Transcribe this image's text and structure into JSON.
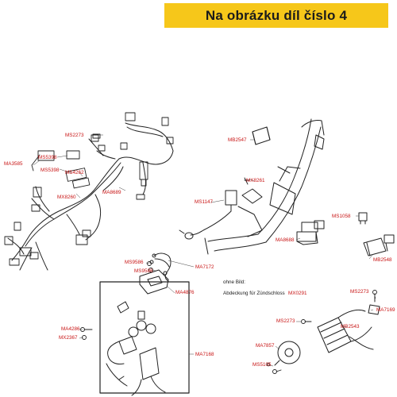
{
  "banner": {
    "text": "Na obrázku díl číslo 4",
    "color": "#f6c71a"
  },
  "colors": {
    "label": "#c81414",
    "line": "#222222"
  },
  "parts": {
    "ms2273_a": "MS2273",
    "mb2547": "MB2547",
    "ma3585": "MA3585",
    "ms5398_a": "MS5398",
    "ms5398_b": "MS5398",
    "ms4262": "MS4262",
    "mx8260": "MX8260",
    "ma8689": "MA8689",
    "mx8261": "MX8261",
    "ms1147": "MS1147",
    "ms1058": "MS1058",
    "ma8688": "MA8688",
    "mb2548": "MB2548",
    "ms9586_a": "MS9586",
    "ms9586_b": "MS9586",
    "ma7172": "MA7172",
    "ma4876": "MA4876",
    "ma7168": "MA7168",
    "ma4286": "MA4286",
    "mx2367": "MX2367",
    "mx0291": "MX0291",
    "ms2273_b": "MS2273",
    "ma7169": "MA7169",
    "ms2273_c": "MS2273",
    "mb2543": "MB2543",
    "ma7857": "MA7857",
    "ms5105": "MS5105"
  },
  "notes": {
    "ohne_bild": "ohne Bild:",
    "abdeckung": "Abdeckung für Zündschloss"
  }
}
